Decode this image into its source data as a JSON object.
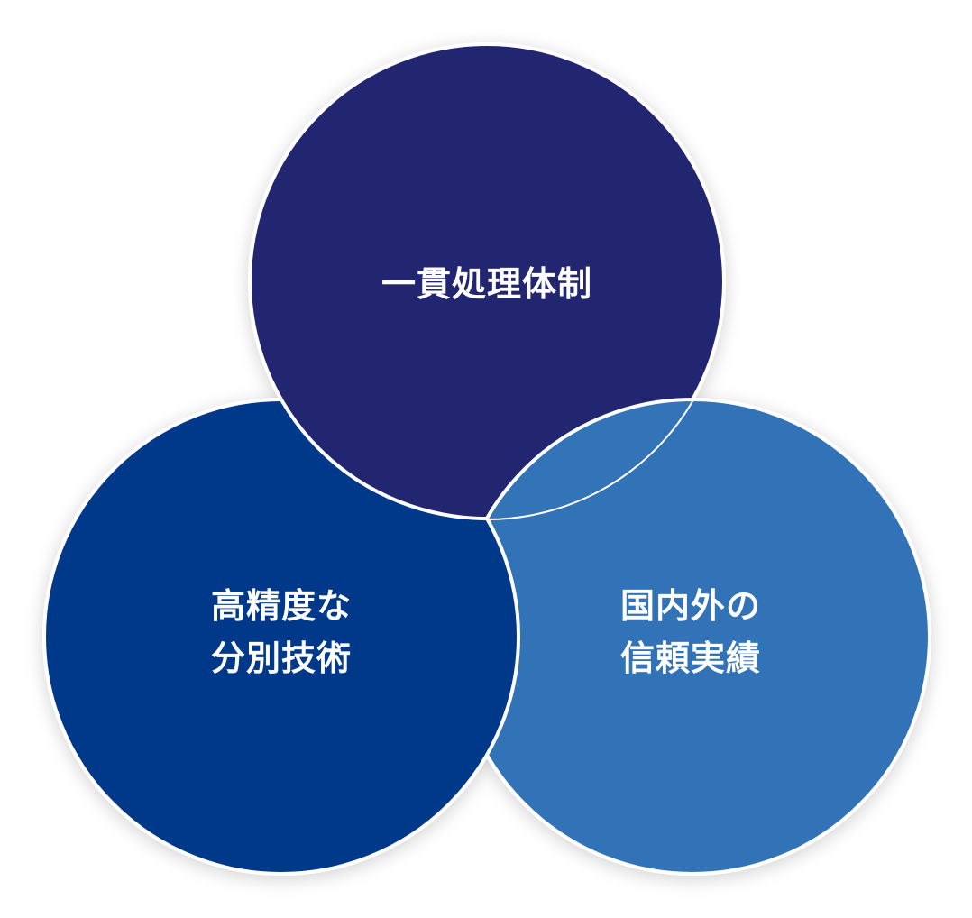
{
  "diagram": {
    "circles": [
      {
        "id": "top",
        "lines": [
          "一貫処理体制"
        ],
        "color": "#20276f"
      },
      {
        "id": "left",
        "lines": [
          "高精度な",
          "分別技術"
        ],
        "color": "#02378a"
      },
      {
        "id": "right",
        "lines": [
          "国内外の",
          "信頼実績"
        ],
        "color": "#3373b8"
      }
    ],
    "stroke_color": "#ffffff"
  }
}
